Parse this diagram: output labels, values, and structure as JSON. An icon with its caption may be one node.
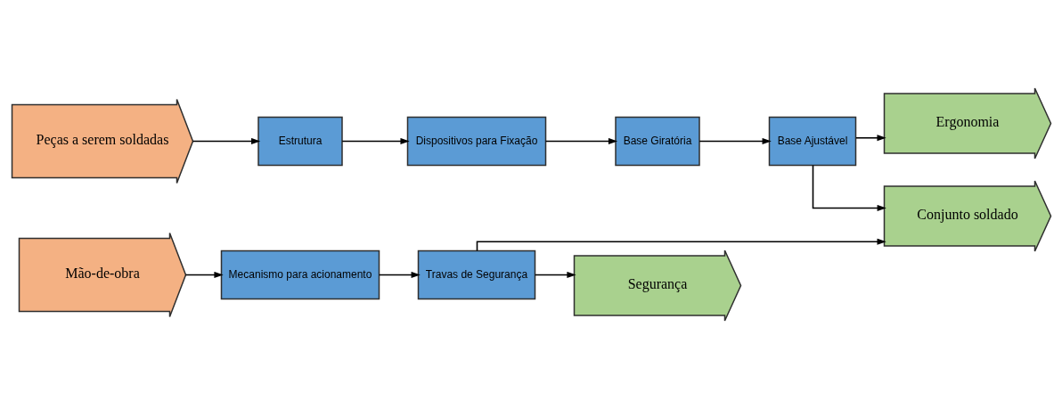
{
  "diagram": {
    "nodes": [
      {
        "text": [
          "Peças a serem soldadas"
        ]
      },
      {
        "text": [
          "Estrutura"
        ]
      },
      {
        "text": [
          "Dispositivos para Fixação"
        ]
      },
      {
        "text": [
          "Base Giratória"
        ]
      },
      {
        "text": [
          "Base Ajustável"
        ]
      },
      {
        "text": [
          "Ergonomia"
        ]
      },
      {
        "text": [
          "Conjunto soldado"
        ]
      },
      {
        "text": [
          "Mão-de-obra"
        ]
      },
      {
        "text": [
          "Mecanismo para acionamento"
        ]
      },
      {
        "text": [
          "Travas de Segurança"
        ]
      },
      {
        "text": [
          "Segurança"
        ]
      }
    ],
    "edges": [
      {
        "from": 0,
        "to": 1,
        "arrow": "to"
      },
      {
        "from": 1,
        "to": 2,
        "arrow": "to"
      },
      {
        "from": 2,
        "to": 3,
        "arrow": "to"
      },
      {
        "from": 3,
        "to": 4,
        "arrow": "to"
      },
      {
        "from": 4,
        "to": 5,
        "arrow": "to"
      },
      {
        "from": 4,
        "to": 6,
        "arrow": "to"
      },
      {
        "from": 7,
        "to": 8,
        "arrow": "to"
      },
      {
        "from": 8,
        "to": 9,
        "arrow": "to"
      },
      {
        "from": 9,
        "to": 6,
        "arrow": "to"
      },
      {
        "from": 9,
        "to": 10,
        "arrow": "to"
      }
    ]
  }
}
